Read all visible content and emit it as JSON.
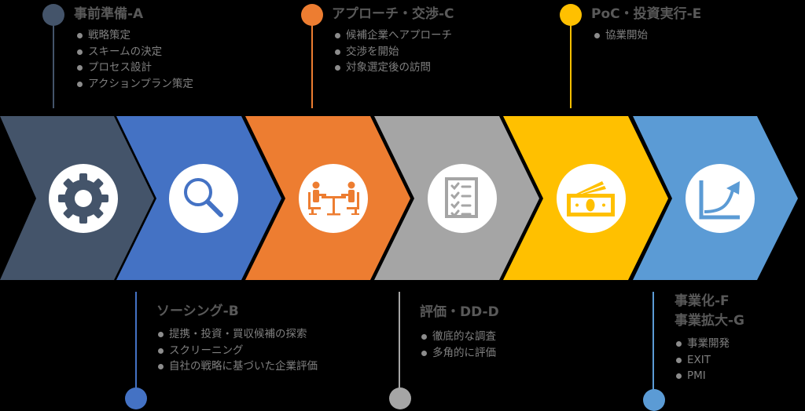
{
  "diagram": {
    "type": "process-chevron-flow",
    "stages": [
      {
        "id": "A",
        "title": "事前準備-A",
        "color": "#44546A",
        "icon": "gear-icon",
        "label_position": "top",
        "items": [
          "戦略策定",
          "スキームの決定",
          "プロセス設計",
          "アクションプラン策定"
        ]
      },
      {
        "id": "B",
        "title": "ソーシング-B",
        "color": "#4472C4",
        "icon": "magnifier-icon",
        "label_position": "bottom",
        "items": [
          "提携・投資・買収候補の探索",
          "スクリーニング",
          "自社の戦略に基づいた企業評価"
        ]
      },
      {
        "id": "C",
        "title": "アプローチ・交渉-C",
        "color": "#ED7D31",
        "icon": "meeting-icon",
        "label_position": "top",
        "items": [
          "候補企業へアプローチ",
          "交渉を開始",
          "対象選定後の訪問"
        ]
      },
      {
        "id": "D",
        "title": "評価・DD-D",
        "color": "#A5A5A5",
        "icon": "checklist-icon",
        "label_position": "bottom",
        "items": [
          "徹底的な調査",
          "多角的に評価"
        ]
      },
      {
        "id": "E",
        "title": "PoC・投資実行-E",
        "color": "#FFC000",
        "icon": "money-icon",
        "label_position": "top",
        "items": [
          "協業開始"
        ]
      },
      {
        "id": "FG",
        "title": "事業化-F",
        "title2": "事業拡大-G",
        "color": "#5B9BD5",
        "icon": "growth-chart-icon",
        "label_position": "bottom",
        "items": [
          "事業開発",
          "EXIT",
          "PMI"
        ]
      }
    ]
  }
}
